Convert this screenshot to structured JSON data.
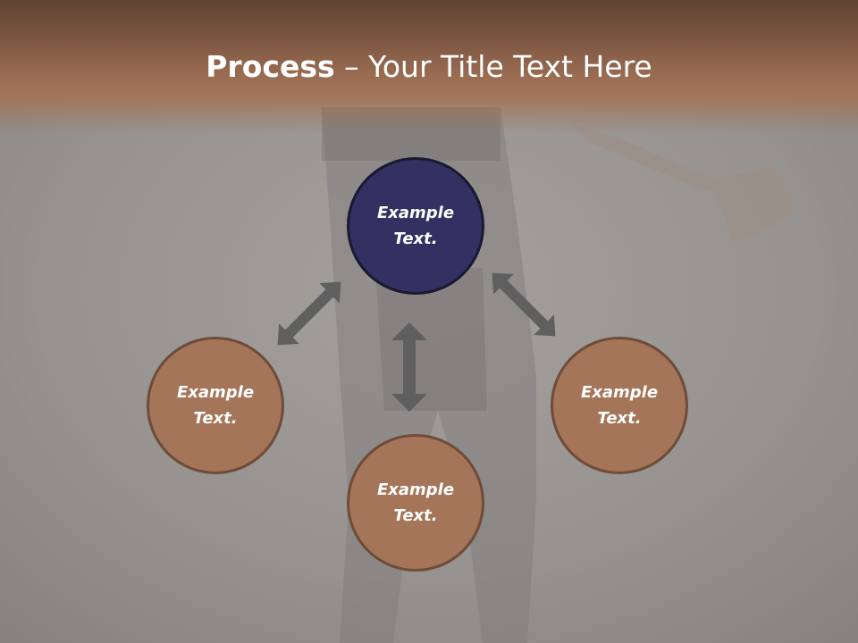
{
  "slide": {
    "title_bold": "Process",
    "title_sep": " – ",
    "title_rest": "Your Title Text Here"
  },
  "nodes": {
    "top": {
      "line1": "Example",
      "line2": "Text."
    },
    "left": {
      "line1": "Example",
      "line2": "Text."
    },
    "bottom": {
      "line1": "Example",
      "line2": "Text."
    },
    "right": {
      "line1": "Example",
      "line2": "Text."
    }
  },
  "colors": {
    "header": "#9a6c52",
    "node_fill": "#a47558",
    "node_border": "#6f4c3a",
    "center_fill": "#323162",
    "center_border": "#191931",
    "arrow": "#5f5f5f",
    "background": "#8e8a87"
  }
}
